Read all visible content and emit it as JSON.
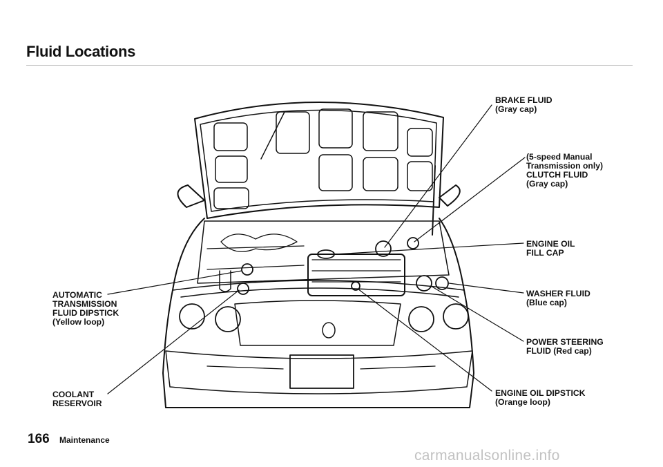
{
  "header": {
    "title": "Fluid Locations"
  },
  "labels": {
    "brake_fluid": "BRAKE FLUID\n(Gray cap)",
    "clutch_fluid": "(5-speed Manual\nTransmission only)\nCLUTCH FLUID\n(Gray cap)",
    "engine_oil_fill": "ENGINE OIL\nFILL CAP",
    "washer_fluid": "WASHER FLUID\n(Blue cap)",
    "power_steering": "POWER STEERING\nFLUID (Red cap)",
    "engine_oil_dipstick": "ENGINE OIL DIPSTICK\n(Orange loop)",
    "atf_dipstick": "AUTOMATIC\nTRANSMISSION\nFLUID DIPSTICK\n(Yellow loop)",
    "coolant": "COOLANT\nRESERVOIR"
  },
  "footer": {
    "page_number": "166",
    "section": "Maintenance"
  },
  "watermark": "carmanualsonline.info"
}
